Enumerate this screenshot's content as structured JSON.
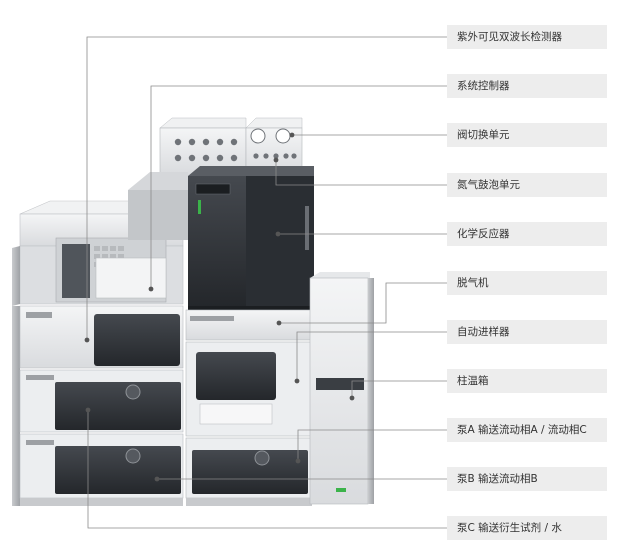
{
  "components": [
    {
      "key": "uv-vis-detector",
      "label": "紫外可见双波长检测器"
    },
    {
      "key": "system-controller",
      "label": "系统控制器"
    },
    {
      "key": "valve-switch-unit",
      "label": "阀切换单元"
    },
    {
      "key": "nitrogen-bubbling-unit",
      "label": "氮气鼓泡单元"
    },
    {
      "key": "chemical-reactor",
      "label": "化学反应器"
    },
    {
      "key": "degasser",
      "label": "脱气机"
    },
    {
      "key": "autosampler",
      "label": "自动进样器"
    },
    {
      "key": "column-oven",
      "label": "柱温箱"
    },
    {
      "key": "pump-a",
      "label": "泵A 输送流动相A / 流动相C"
    },
    {
      "key": "pump-b",
      "label": "泵B 输送流动相B"
    },
    {
      "key": "pump-c",
      "label": "泵C 输送衍生试剂 / 水"
    }
  ],
  "colors": {
    "label_bg": "#ededed",
    "leader_line": "#8a8a8a",
    "module_light": "#e8e9eb",
    "module_dark": "#2f3338",
    "accent_green": "#3bb34a"
  }
}
